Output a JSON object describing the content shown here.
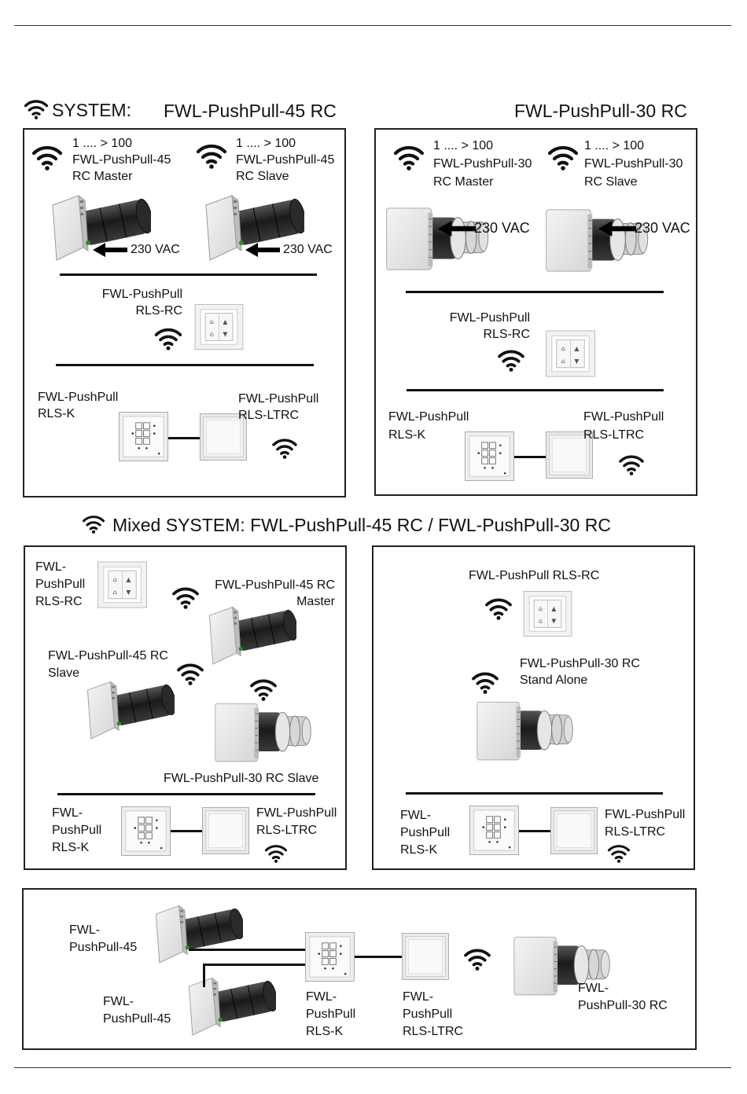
{
  "system": {
    "label": "SYSTEM:",
    "model45": "FWL-PushPull-45 RC",
    "model30": "FWL-PushPull-30 RC"
  },
  "panel45": {
    "master": "1 .... > 100\nFWL-PushPull-45\nRC Master",
    "slave": "1 .... > 100\nFWL-PushPull-45\nRC Slave",
    "vac1": "230 VAC",
    "vac2": "230 VAC",
    "rlsrc": "FWL-PushPull\nRLS-RC",
    "rlsk": "FWL-PushPull\nRLS-K",
    "rlsltrc": "FWL-PushPull\nRLS-LTRC"
  },
  "panel30": {
    "master": "1 .... > 100\nFWL-PushPull-30\nRC Master",
    "slave": "1 .... > 100\nFWL-PushPull-30\nRC Slave",
    "vac1": "230 VAC",
    "vac2": "230 VAC",
    "rlsrc": "FWL-PushPull\nRLS-RC",
    "rlsk": "FWL-PushPull\nRLS-K",
    "rlsltrc": "FWL-PushPull\nRLS-LTRC"
  },
  "mixed": {
    "title": "Mixed SYSTEM: FWL-PushPull-45 RC / FWL-PushPull-30 RC",
    "left": {
      "rlsrc": "FWL-\nPushPull\nRLS-RC",
      "master": "FWL-PushPull-45 RC\nMaster",
      "slave45": "FWL-PushPull-45 RC\nSlave",
      "slave30": "FWL-PushPull-30 RC Slave",
      "rlsk": "FWL-\nPushPull\nRLS-K",
      "rlsltrc": "FWL-PushPull\nRLS-LTRC"
    },
    "right": {
      "rlsrc": "FWL-PushPull RLS-RC",
      "standalone": "FWL-PushPull-30 RC\nStand Alone",
      "rlsk": "FWL-\nPushPull\nRLS-K",
      "rlsltrc": "FWL-PushPull\nRLS-LTRC"
    }
  },
  "bottom": {
    "pp45a": "FWL-\nPushPull-45",
    "pp45b": "FWL-\nPushPull-45",
    "rlsk": "FWL-\nPushPull\nRLS-K",
    "rlsltrc": "FWL-\nPushPull\nRLS-LTRC",
    "pp30": "FWL-\nPushPull-30 RC"
  },
  "icons": [
    "wifi-icon",
    "fan-45-icon",
    "fan-30-icon",
    "rls-rc-switch-icon",
    "rls-k-keypad-icon",
    "rls-ltrc-module-icon",
    "arrow-left-icon"
  ]
}
